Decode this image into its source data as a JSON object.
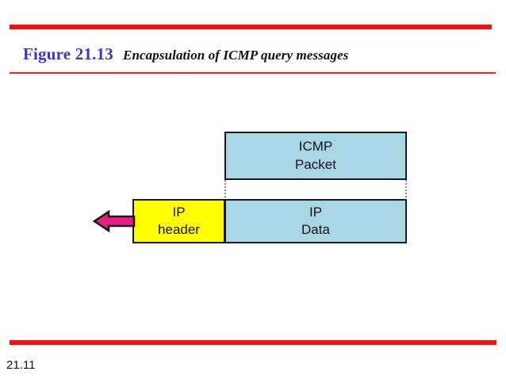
{
  "slide": {
    "page_number": "21.11",
    "accent_rule_color": "#fd0d0d",
    "figure_label": "Figure 21.13",
    "figure_label_color": "#3d35c4",
    "figure_caption": "Encapsulation of ICMP query messages"
  },
  "diagram": {
    "title": "Encapsulation of ICMP query messages",
    "colors": {
      "icmp_fill": "#a9d6e5",
      "ip_data_fill": "#a9d6e5",
      "ip_header_fill": "#ffff00",
      "arrow_fill": "#e91e82",
      "outline": "#1a1a1a",
      "connector": "#8a8a8a"
    },
    "blocks": [
      {
        "name": "icmp-packet",
        "line1": "ICMP",
        "line2": "Packet"
      },
      {
        "name": "ip-header",
        "line1": "IP",
        "line2": "header"
      },
      {
        "name": "ip-data",
        "line1": "IP",
        "line2": "Data"
      }
    ],
    "arrow": {
      "name": "transmission-arrow",
      "direction": "left"
    }
  }
}
